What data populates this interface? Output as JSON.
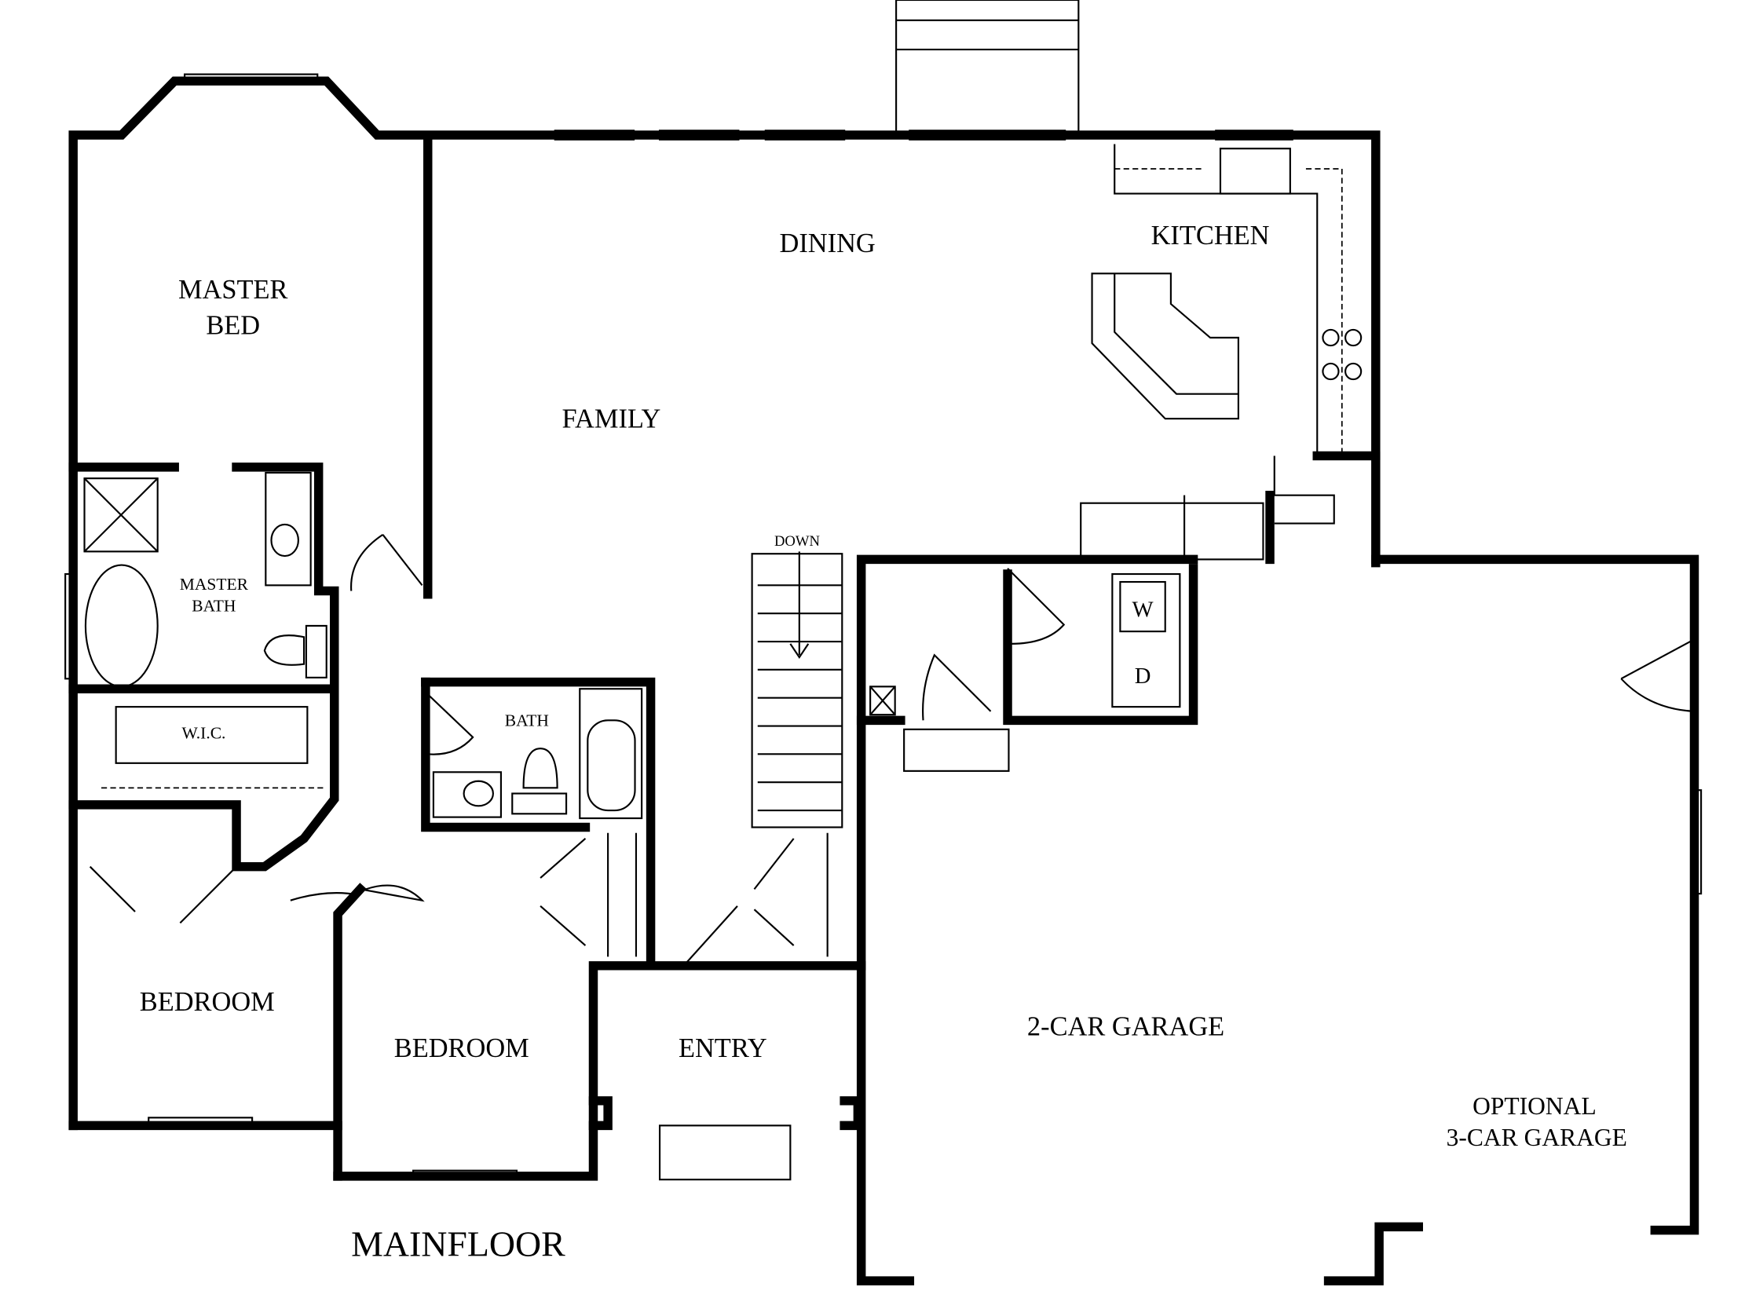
{
  "title": "MAINFLOOR",
  "rooms": {
    "master_bed_line1": "MASTER",
    "master_bed_line2": "BED",
    "dining": "DINING",
    "kitchen": "KITCHEN",
    "family": "FAMILY",
    "master_bath_line1": "MASTER",
    "master_bath_line2": "BATH",
    "wic": "W.I.C.",
    "bath": "BATH",
    "stairs": "DOWN",
    "washer": "W",
    "dryer": "D",
    "bedroom1": "BEDROOM",
    "bedroom2": "BEDROOM",
    "entry": "ENTRY",
    "garage": "2-CAR GARAGE",
    "optional_line1": "OPTIONAL",
    "optional_line2": "3-CAR GARAGE"
  }
}
